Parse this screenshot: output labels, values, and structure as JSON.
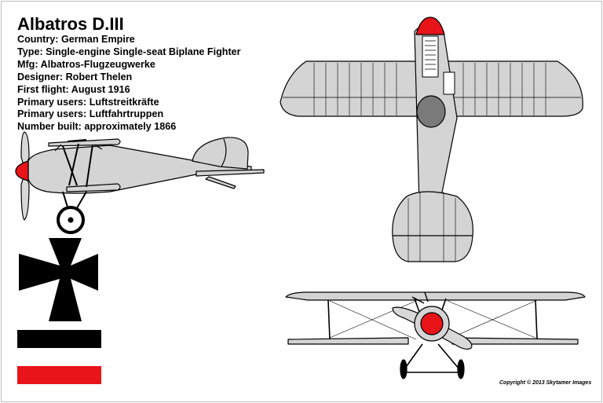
{
  "title": "Albatros D.III",
  "specs": [
    "Country: German Empire",
    "Type: Single-engine Single-seat Biplane Fighter",
    "Mfg: Albatros-Flugzeugwerke",
    "Designer: Robert Thelen",
    "First flight: August 1916",
    "Primary users: Luftstreitkräfte",
    "Primary users: Luftfahrtruppen",
    "Number built: approximately 1866"
  ],
  "copyright": "Copyright © 2013 Skytamer Images",
  "colors": {
    "fuselage": "#d4d4d4",
    "spinner": "#e8141a",
    "outline": "#000000",
    "flag_black": "#000000",
    "flag_white": "#ffffff",
    "flag_red": "#e8141a"
  }
}
